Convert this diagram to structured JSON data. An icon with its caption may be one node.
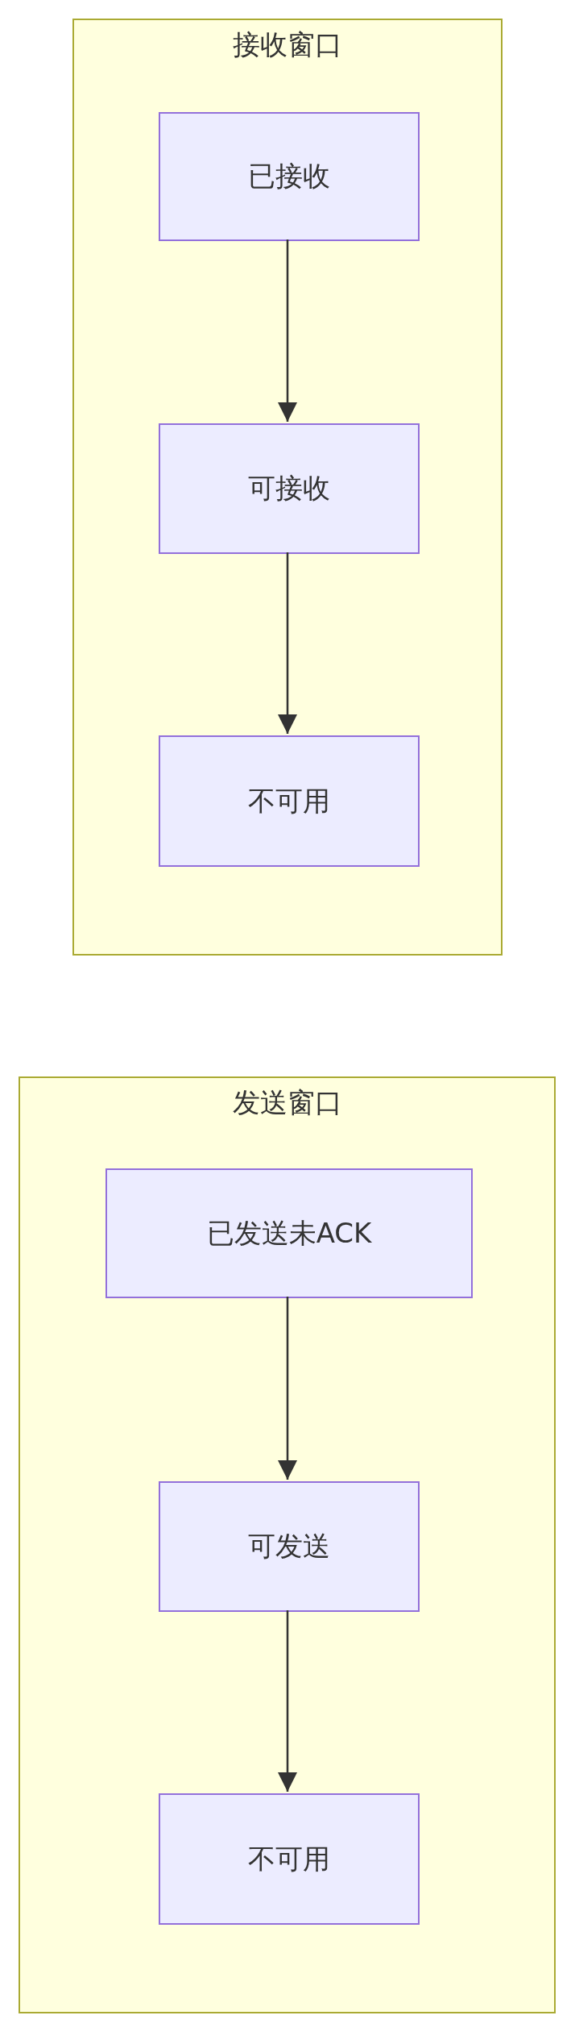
{
  "diagram": {
    "nodes": [
      {
        "text": [
          "接收窗口"
        ]
      },
      {
        "text": [
          "已接收"
        ],
        "in": 0
      },
      {
        "text": [
          "可接收"
        ],
        "in": 0
      },
      {
        "text": [
          "不可用"
        ],
        "in": 0
      },
      {
        "text": [
          "发送窗口"
        ]
      },
      {
        "text": [
          "已发送未ACK"
        ],
        "in": 4
      },
      {
        "text": [
          "可发送"
        ],
        "in": 4
      },
      {
        "text": [
          "不可用"
        ],
        "in": 4
      }
    ],
    "edges": [
      {
        "from": 1,
        "to": 2,
        "arrow": "to"
      },
      {
        "from": 2,
        "to": 3,
        "arrow": "to"
      },
      {
        "from": 5,
        "to": 6,
        "arrow": "to"
      },
      {
        "from": 6,
        "to": 7,
        "arrow": "to"
      }
    ]
  }
}
